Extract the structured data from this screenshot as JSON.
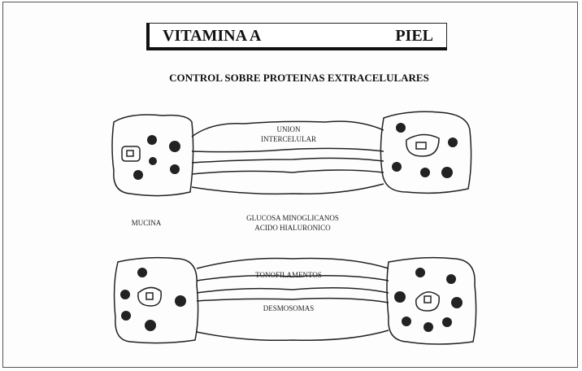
{
  "title": {
    "left": "VITAMINA A",
    "right": "PIEL"
  },
  "subtitle": "CONTROL SOBRE PROTEINAS EXTRACELULARES",
  "labels": {
    "union": "UNION",
    "intercelular": "INTERCELULAR",
    "mucina": "MUCINA",
    "glucosa": "GLUCOSA MINOGLICANOS",
    "acido": "ACIDO HIALURONICO",
    "tonofilamentos": "TONOFILAMENTOS",
    "desmosomas": "DESMOSOMAS"
  }
}
